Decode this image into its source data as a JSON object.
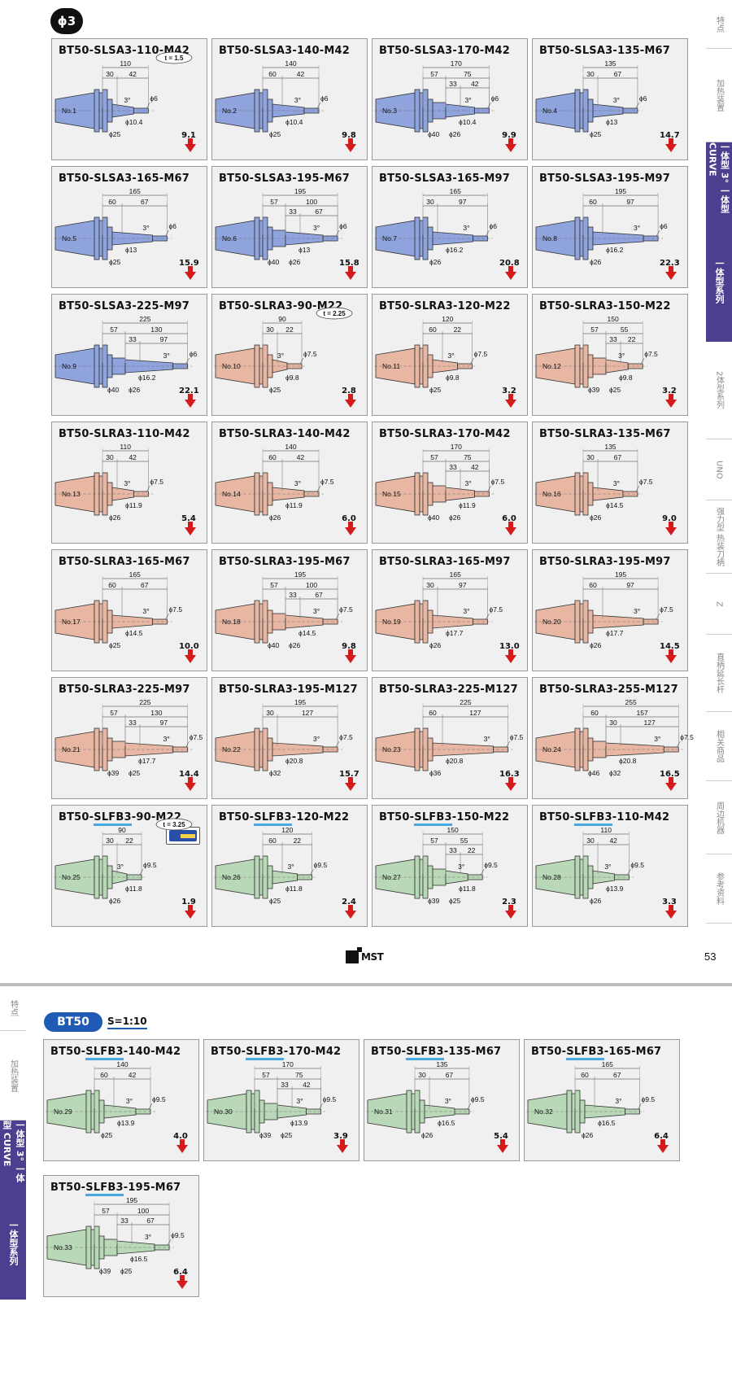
{
  "page1": {
    "badge": "ϕ3",
    "tools": [
      {
        "prefix": "BT50-",
        "series": "SLSA3",
        "suffix": "-110-M42",
        "no": "No.1",
        "weight": "9.1",
        "color": "blue",
        "L": "110",
        "s1": "30",
        "s2": "42",
        "a": "3°",
        "d": "ϕ6",
        "d2": "ϕ10.4",
        "d3": "ϕ25",
        "note": "t = 1.5"
      },
      {
        "prefix": "BT50-",
        "series": "SLSA3",
        "suffix": "-140-M42",
        "no": "No.2",
        "weight": "9.8",
        "color": "blue",
        "L": "140",
        "s1": "60",
        "s2": "42",
        "a": "3°",
        "d": "ϕ6",
        "d2": "ϕ10.4",
        "d3": "ϕ25"
      },
      {
        "prefix": "BT50-",
        "series": "SLSA3",
        "suffix": "-170-M42",
        "no": "No.3",
        "weight": "9.9",
        "color": "blue",
        "L": "170",
        "s1": "57",
        "s2": "75",
        "s3": "33",
        "s4": "42",
        "a": "3°",
        "d": "ϕ6",
        "d2": "ϕ10.4",
        "d3": "ϕ26",
        "d4": "ϕ40"
      },
      {
        "prefix": "BT50-",
        "series": "SLSA3",
        "suffix": "-135-M67",
        "no": "No.4",
        "weight": "14.7",
        "color": "blue",
        "L": "135",
        "s1": "30",
        "s2": "67",
        "a": "3°",
        "d": "ϕ6",
        "d2": "ϕ13",
        "d3": "ϕ25"
      },
      {
        "prefix": "BT50-",
        "series": "SLSA3",
        "suffix": "-165-M67",
        "no": "No.5",
        "weight": "15.9",
        "color": "blue",
        "L": "165",
        "s1": "60",
        "s2": "67",
        "a": "3°",
        "d": "ϕ6",
        "d2": "ϕ13",
        "d3": "ϕ25"
      },
      {
        "prefix": "BT50-",
        "series": "SLSA3",
        "suffix": "-195-M67",
        "no": "No.6",
        "weight": "15.8",
        "color": "blue",
        "L": "195",
        "s1": "57",
        "s2": "100",
        "s3": "33",
        "s4": "67",
        "a": "3°",
        "d": "ϕ6",
        "d2": "ϕ13",
        "d3": "ϕ26",
        "d4": "ϕ40"
      },
      {
        "prefix": "BT50-",
        "series": "SLSA3",
        "suffix": "-165-M97",
        "no": "No.7",
        "weight": "20.8",
        "color": "blue",
        "L": "165",
        "s1": "30",
        "s2": "97",
        "a": "3°",
        "d": "ϕ6",
        "d2": "ϕ16.2",
        "d3": "ϕ26"
      },
      {
        "prefix": "BT50-",
        "series": "SLSA3",
        "suffix": "-195-M97",
        "no": "No.8",
        "weight": "22.3",
        "color": "blue",
        "L": "195",
        "s1": "60",
        "s2": "97",
        "a": "3°",
        "d": "ϕ6",
        "d2": "ϕ16.2",
        "d3": "ϕ26"
      },
      {
        "prefix": "BT50-",
        "series": "SLSA3",
        "suffix": "-225-M97",
        "no": "No.9",
        "weight": "22.1",
        "color": "blue",
        "L": "225",
        "s1": "57",
        "s2": "130",
        "s3": "33",
        "s4": "97",
        "a": "3°",
        "d": "ϕ6",
        "d2": "ϕ16.2",
        "d3": "ϕ26",
        "d4": "ϕ40"
      },
      {
        "prefix": "BT50-",
        "series": "SLRA3",
        "suffix": "-90-M22",
        "no": "No.10",
        "weight": "2.8",
        "color": "salmon",
        "L": "90",
        "s1": "30",
        "s2": "22",
        "a": "3°",
        "d": "ϕ7.5",
        "d2": "ϕ9.8",
        "d3": "ϕ25",
        "note": "t = 2.25"
      },
      {
        "prefix": "BT50-",
        "series": "SLRA3",
        "suffix": "-120-M22",
        "no": "No.11",
        "weight": "3.2",
        "color": "salmon",
        "L": "120",
        "s1": "60",
        "s2": "22",
        "a": "3°",
        "d": "ϕ7.5",
        "d2": "ϕ9.8",
        "d3": "ϕ25"
      },
      {
        "prefix": "BT50-",
        "series": "SLRA3",
        "suffix": "-150-M22",
        "no": "No.12",
        "weight": "3.2",
        "color": "salmon",
        "L": "150",
        "s1": "57",
        "s2": "55",
        "s3": "33",
        "s4": "22",
        "a": "3°",
        "d": "ϕ7.5",
        "d2": "ϕ9.8",
        "d3": "ϕ25",
        "d4": "ϕ39"
      },
      {
        "prefix": "BT50-",
        "series": "SLRA3",
        "suffix": "-110-M42",
        "no": "No.13",
        "weight": "5.4",
        "color": "salmon",
        "L": "110",
        "s1": "30",
        "s2": "42",
        "a": "3°",
        "d": "ϕ7.5",
        "d2": "ϕ11.9",
        "d3": "ϕ26"
      },
      {
        "prefix": "BT50-",
        "series": "SLRA3",
        "suffix": "-140-M42",
        "no": "No.14",
        "weight": "6.0",
        "color": "salmon",
        "L": "140",
        "s1": "60",
        "s2": "42",
        "a": "3°",
        "d": "ϕ7.5",
        "d2": "ϕ11.9",
        "d3": "ϕ26"
      },
      {
        "prefix": "BT50-",
        "series": "SLRA3",
        "suffix": "-170-M42",
        "no": "No.15",
        "weight": "6.0",
        "color": "salmon",
        "L": "170",
        "s1": "57",
        "s2": "75",
        "s3": "33",
        "s4": "42",
        "a": "3°",
        "d": "ϕ7.5",
        "d2": "ϕ11.9",
        "d3": "ϕ26",
        "d4": "ϕ40"
      },
      {
        "prefix": "BT50-",
        "series": "SLRA3",
        "suffix": "-135-M67",
        "no": "No.16",
        "weight": "9.0",
        "color": "salmon",
        "L": "135",
        "s1": "30",
        "s2": "67",
        "a": "3°",
        "d": "ϕ7.5",
        "d2": "ϕ14.5",
        "d3": "ϕ26"
      },
      {
        "prefix": "BT50-",
        "series": "SLRA3",
        "suffix": "-165-M67",
        "no": "No.17",
        "weight": "10.0",
        "color": "salmon",
        "L": "165",
        "s1": "60",
        "s2": "67",
        "a": "3°",
        "d": "ϕ7.5",
        "d2": "ϕ14.5",
        "d3": "ϕ25"
      },
      {
        "prefix": "BT50-",
        "series": "SLRA3",
        "suffix": "-195-M67",
        "no": "No.18",
        "weight": "9.8",
        "color": "salmon",
        "L": "195",
        "s1": "57",
        "s2": "100",
        "s3": "33",
        "s4": "67",
        "a": "3°",
        "d": "ϕ7.5",
        "d2": "ϕ14.5",
        "d3": "ϕ26",
        "d4": "ϕ40"
      },
      {
        "prefix": "BT50-",
        "series": "SLRA3",
        "suffix": "-165-M97",
        "no": "No.19",
        "weight": "13.0",
        "color": "salmon",
        "L": "165",
        "s1": "30",
        "s2": "97",
        "a": "3°",
        "d": "ϕ7.5",
        "d2": "ϕ17.7",
        "d3": "ϕ26"
      },
      {
        "prefix": "BT50-",
        "series": "SLRA3",
        "suffix": "-195-M97",
        "no": "No.20",
        "weight": "14.5",
        "color": "salmon",
        "L": "195",
        "s1": "60",
        "s2": "97",
        "a": "3°",
        "d": "ϕ7.5",
        "d2": "ϕ17.7",
        "d3": "ϕ26"
      },
      {
        "prefix": "BT50-",
        "series": "SLRA3",
        "suffix": "-225-M97",
        "no": "No.21",
        "weight": "14.4",
        "color": "salmon",
        "L": "225",
        "s1": "57",
        "s2": "130",
        "s3": "33",
        "s4": "97",
        "a": "3°",
        "d": "ϕ7.5",
        "d2": "ϕ17.7",
        "d3": "ϕ25",
        "d4": "ϕ39"
      },
      {
        "prefix": "BT50-",
        "series": "SLRA3",
        "suffix": "-195-M127",
        "no": "No.22",
        "weight": "15.7",
        "color": "salmon",
        "L": "195",
        "s1": "30",
        "s2": "127",
        "a": "3°",
        "d": "ϕ7.5",
        "d2": "ϕ20.8",
        "d3": "ϕ32"
      },
      {
        "prefix": "BT50-",
        "series": "SLRA3",
        "suffix": "-225-M127",
        "no": "No.23",
        "weight": "16.3",
        "color": "salmon",
        "L": "225",
        "s1": "60",
        "s2": "127",
        "a": "3°",
        "d": "ϕ7.5",
        "d2": "ϕ20.8",
        "d3": "ϕ36"
      },
      {
        "prefix": "BT50-",
        "series": "SLRA3",
        "suffix": "-255-M127",
        "no": "No.24",
        "weight": "16.5",
        "color": "salmon",
        "L": "255",
        "s1": "60",
        "s2": "157",
        "s3": "30",
        "s4": "127",
        "a": "3°",
        "d": "ϕ7.5",
        "d2": "ϕ20.8",
        "d3": "ϕ32",
        "d4": "ϕ46"
      },
      {
        "prefix": "BT50-",
        "series": "SLFB3",
        "suffix": "-90-M22",
        "no": "No.25",
        "weight": "1.9",
        "color": "green",
        "L": "90",
        "s1": "30",
        "s2": "22",
        "a": "3°",
        "d": "ϕ9.5",
        "d2": "ϕ11.8",
        "d3": "ϕ26",
        "note": "t = 3.25",
        "hl": true,
        "inset": true
      },
      {
        "prefix": "BT50-",
        "series": "SLFB3",
        "suffix": "-120-M22",
        "no": "No.26",
        "weight": "2.4",
        "color": "green",
        "L": "120",
        "s1": "60",
        "s2": "22",
        "a": "3°",
        "d": "ϕ9.5",
        "d2": "ϕ11.8",
        "d3": "ϕ25",
        "hl": true
      },
      {
        "prefix": "BT50-",
        "series": "SLFB3",
        "suffix": "-150-M22",
        "no": "No.27",
        "weight": "2.3",
        "color": "green",
        "L": "150",
        "s1": "57",
        "s2": "55",
        "s3": "33",
        "s4": "22",
        "a": "3°",
        "d": "ϕ9.5",
        "d2": "ϕ11.8",
        "d3": "ϕ25",
        "d4": "ϕ39",
        "hl": true
      },
      {
        "prefix": "BT50-",
        "series": "SLFB3",
        "suffix": "-110-M42",
        "no": "No.28",
        "weight": "3.3",
        "color": "green",
        "L": "110",
        "s1": "30",
        "s2": "42",
        "a": "3°",
        "d": "ϕ9.5",
        "d2": "ϕ13.9",
        "d3": "ϕ26",
        "hl": true
      }
    ],
    "sidetabs": [
      {
        "label": "特点",
        "active": false
      },
      {
        "label": "加热装置",
        "active": false
      },
      {
        "label": "一体型 3° 一体型 CURVE",
        "active": true
      },
      {
        "label": "一体型系列",
        "active": true
      },
      {
        "label": "2体型系列",
        "active": false
      },
      {
        "label": "UNO",
        "active": false
      },
      {
        "label": "强力型 热装刀柄",
        "active": false
      },
      {
        "label": "Z",
        "active": false
      },
      {
        "label": "直柄延长杆",
        "active": false
      },
      {
        "label": "相关商品",
        "active": false
      },
      {
        "label": "周边机器",
        "active": false
      },
      {
        "label": "参考资料",
        "active": false
      }
    ],
    "logo": "MST",
    "page_number": "53"
  },
  "page2": {
    "badge": "BT50",
    "scale": "S=1:10",
    "tools": [
      {
        "prefix": "BT50-",
        "series": "SLFB3",
        "suffix": "-140-M42",
        "no": "No.29",
        "weight": "4.0",
        "color": "green",
        "L": "140",
        "s1": "60",
        "s2": "42",
        "a": "3°",
        "d": "ϕ9.5",
        "d2": "ϕ13.9",
        "d3": "ϕ25",
        "hl": true
      },
      {
        "prefix": "BT50-",
        "series": "SLFB3",
        "suffix": "-170-M42",
        "no": "No.30",
        "weight": "3.9",
        "color": "green",
        "L": "170",
        "s1": "57",
        "s2": "75",
        "s3": "33",
        "s4": "42",
        "a": "3°",
        "d": "ϕ9.5",
        "d2": "ϕ13.9",
        "d3": "ϕ25",
        "d4": "ϕ39",
        "hl": true
      },
      {
        "prefix": "BT50-",
        "series": "SLFB3",
        "suffix": "-135-M67",
        "no": "No.31",
        "weight": "5.4",
        "color": "green",
        "L": "135",
        "s1": "30",
        "s2": "67",
        "a": "3°",
        "d": "ϕ9.5",
        "d2": "ϕ16.5",
        "d3": "ϕ26",
        "hl": true
      },
      {
        "prefix": "BT50-",
        "series": "SLFB3",
        "suffix": "-165-M67",
        "no": "No.32",
        "weight": "6.4",
        "color": "green",
        "L": "165",
        "s1": "60",
        "s2": "67",
        "a": "3°",
        "d": "ϕ9.5",
        "d2": "ϕ16.5",
        "d3": "ϕ26",
        "hl": true
      },
      {
        "prefix": "BT50-",
        "series": "SLFB3",
        "suffix": "-195-M67",
        "no": "No.33",
        "weight": "6.4",
        "color": "green",
        "L": "195",
        "s1": "57",
        "s2": "100",
        "s3": "33",
        "s4": "67",
        "a": "3°",
        "d": "ϕ9.5",
        "d2": "ϕ16.5",
        "d3": "ϕ25",
        "d4": "ϕ39",
        "hl": true
      }
    ],
    "sidetabs": [
      {
        "label": "特点",
        "active": false
      },
      {
        "label": "加热装置",
        "active": false
      },
      {
        "label": "一体型 3° 一体型 CURVE",
        "active": true
      },
      {
        "label": "一体型系列",
        "active": true
      }
    ]
  },
  "colors": {
    "blue": "#8fa3dd",
    "salmon": "#e7b7a3",
    "green": "#b9d8b7",
    "arrow": "#d41a1a",
    "tab": "#4b3f8f",
    "badge2": "#1f5bb5",
    "highlight": "#4aa8e0"
  }
}
